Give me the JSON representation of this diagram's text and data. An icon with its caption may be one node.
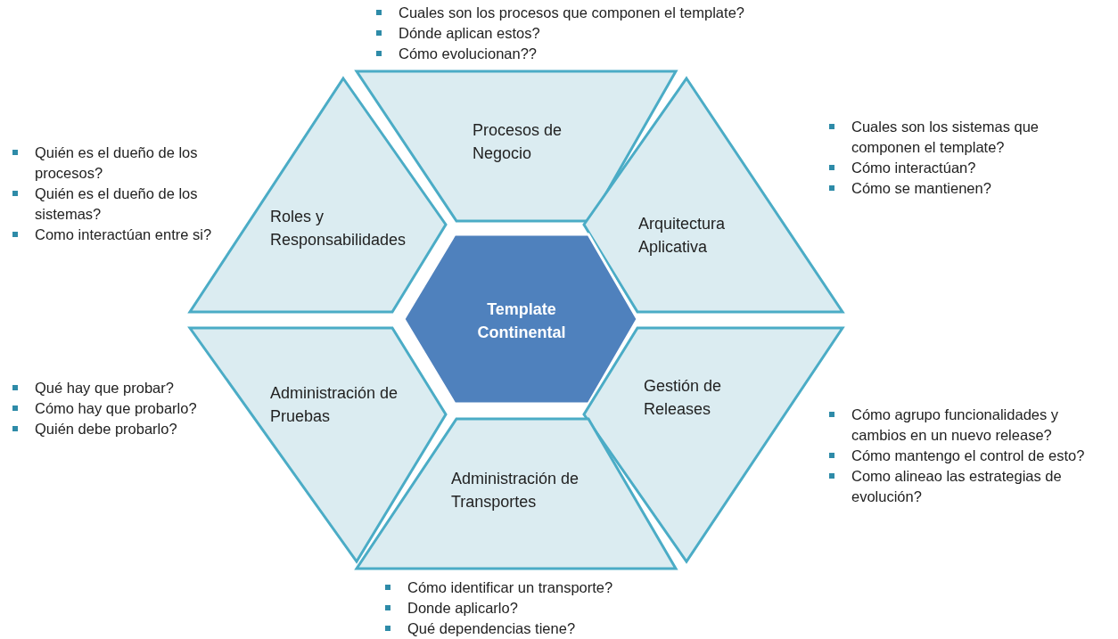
{
  "diagram": {
    "nodes": [
      {
        "text": [
          "Procesos de Negocio"
        ],
        "beside": [
          "Cuales son los procesos que componen el template?",
          "Dónde aplican estos?",
          "Cómo evolucionan??"
        ]
      },
      {
        "text": [
          "Roles y Responsabilidades"
        ],
        "beside": [
          "Quién es el dueño de los procesos?",
          "Quién es el dueño de los sistemas?",
          "Como interactúan entre si?"
        ]
      },
      {
        "text": [
          "Arquitectura Aplicativa"
        ],
        "beside": [
          "Cuales son los sistemas que componen el template?",
          "Cómo interactúan?",
          "Cómo se mantienen?"
        ]
      },
      {
        "text": [
          "Template Continental"
        ]
      },
      {
        "text": [
          "Administración de Pruebas"
        ],
        "beside": [
          "Qué hay que probar?",
          "Cómo hay que probarlo?",
          "Quién debe probarlo?"
        ]
      },
      {
        "text": [
          "Gestión de Releases"
        ],
        "beside": [
          "Cómo agrupo funcionalidades y cambios en un nuevo release?",
          "Cómo mantengo el control de esto?",
          "Como alineao las estrategias de evolución?"
        ]
      },
      {
        "text": [
          "Administración de Transportes"
        ],
        "beside": [
          "Cómo identificar un transporte?",
          "Donde aplicarlo?",
          "Qué dependencias tiene?"
        ]
      }
    ]
  }
}
